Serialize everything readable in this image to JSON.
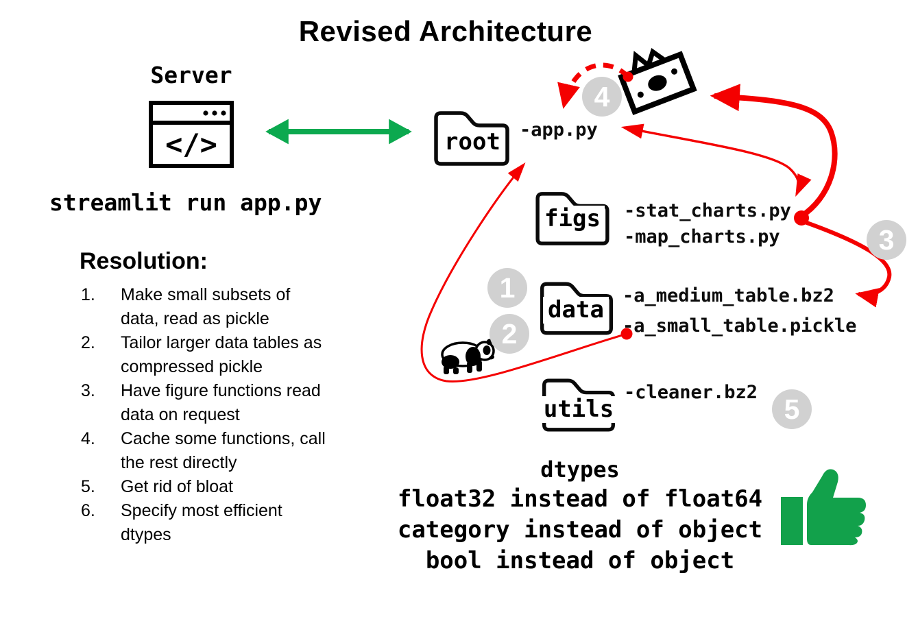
{
  "title": "Revised Architecture",
  "server": {
    "label": "Server",
    "icon": "code-window-icon",
    "code_glyph": "</>",
    "command": "streamlit run app.py"
  },
  "connection": {
    "style": "double-headed-arrow",
    "color": "#0ca94f"
  },
  "resolution": {
    "heading": "Resolution:",
    "items": [
      {
        "num": "1.",
        "text": "Make small subsets of data, read as pickle"
      },
      {
        "num": "2.",
        "text": "Tailor larger data tables as compressed pickle"
      },
      {
        "num": "3.",
        "text": "Have figure functions read data on request"
      },
      {
        "num": "4.",
        "text": "Cache some functions, call the rest directly"
      },
      {
        "num": "5.",
        "text": "Get rid of bloat"
      },
      {
        "num": "6.",
        "text": "Specify most efficient dtypes"
      }
    ]
  },
  "folders": {
    "root": {
      "name": "root",
      "files": [
        "-app.py"
      ]
    },
    "figs": {
      "name": "figs",
      "files": [
        "-stat_charts.py",
        "-map_charts.py"
      ]
    },
    "data": {
      "name": "data",
      "files": [
        "-a_medium_table.bz2",
        "-a_small_table.pickle"
      ]
    },
    "utils": {
      "name": "utils",
      "files": [
        "-cleaner.bz2"
      ]
    }
  },
  "steps": [
    "1",
    "2",
    "3",
    "4",
    "5"
  ],
  "dtypes": {
    "heading": "dtypes",
    "lines": [
      "float32 instead of float64",
      "category instead of object",
      "bool instead of object"
    ]
  },
  "icons": {
    "server": "code-window-icon",
    "money": "cash-money-icon",
    "panda": "pandas-panda-icon",
    "thumbs_up": "thumbs-up-icon"
  },
  "colors": {
    "red_flow": "#f40000",
    "green_arrow": "#0ca94f",
    "thumb_green": "#12a14b",
    "badge_gray": "#d1d1d1",
    "ink": "#000000"
  }
}
